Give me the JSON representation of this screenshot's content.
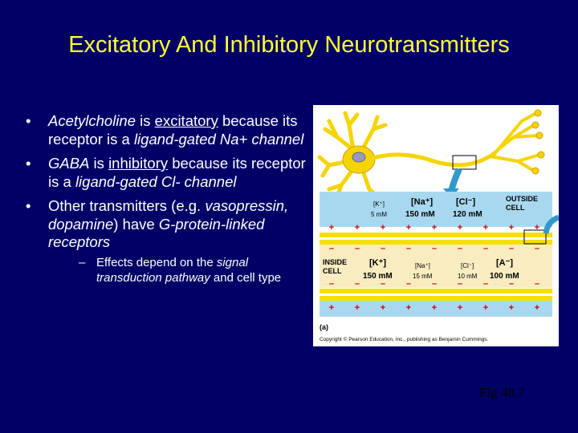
{
  "slide": {
    "title": "Excitatory And Inhibitory Neurotransmitters",
    "bullets": {
      "b1": {
        "term": "Acetylcholine",
        "is": " is ",
        "kind": "excitatory",
        "rest1": " because its receptor is a ",
        "rest2": "ligand-gated Na+ channel"
      },
      "b2": {
        "term": "GABA",
        "is": " is ",
        "kind": "inhibitory",
        "rest1": " because its receptor is a ",
        "rest2": "ligand-gated Cl- channel"
      },
      "b3": {
        "t1": "Other transmitters (e.g. ",
        "t2": "vasopressin, dopamine",
        "t3": ") have ",
        "t4": "G-protein-linked receptors"
      },
      "sub": {
        "t1": "Effects depend on the ",
        "t2": "signal transduction pathway",
        "t3": " and cell type"
      }
    },
    "bullet_char": "•",
    "dash_char": "–",
    "fig_ref": "Fig 48.7"
  },
  "figure": {
    "label": "(a)",
    "copyright": "Copyright © Pearson Education, Inc., publishing as Benjamin Cummings.",
    "outside_label_1": "OUTSIDE",
    "outside_label_2": "CELL",
    "inside_label_1": "INSIDE",
    "inside_label_2": "CELL",
    "outside_ions": [
      {
        "ion": "[K⁺]",
        "conc": "5 mM"
      },
      {
        "ion": "[Na⁺]",
        "conc": "150 mM"
      },
      {
        "ion": "[Cl⁻]",
        "conc": "120 mM"
      }
    ],
    "inside_ions": [
      {
        "ion": "[K⁺]",
        "conc": "150 mM"
      },
      {
        "ion": "[Na⁺]",
        "conc": "15 mM"
      },
      {
        "ion": "[Cl⁻]",
        "conc": "10 mM"
      },
      {
        "ion": "[A⁻]",
        "conc": "100 mM"
      }
    ],
    "plus": "+",
    "minus": "–",
    "colors": {
      "outside": "#a8d8f0",
      "inside": "#f8ecc0",
      "membrane": "#f5e000",
      "neuron": "#f5d400",
      "nucleus": "#9999bb",
      "arrow": "#3399cc"
    }
  }
}
